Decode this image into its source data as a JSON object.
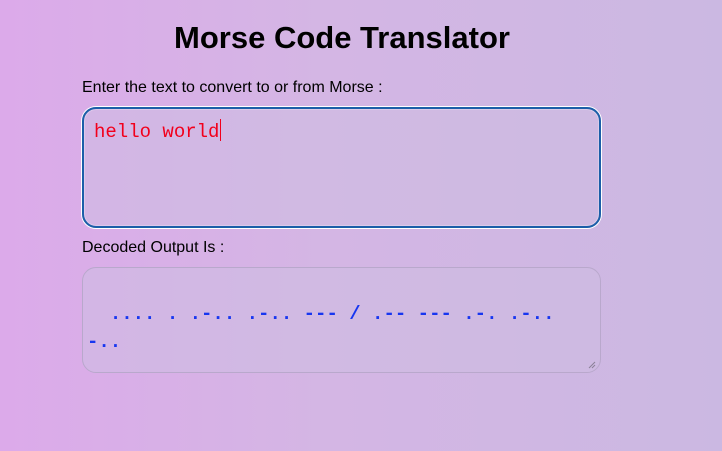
{
  "page": {
    "title": "Morse Code Translator",
    "input_label": "Enter the text to convert to or from Morse :",
    "input_value": "hello world",
    "output_label": "Decoded Output Is :",
    "output_value": ".... . .-.. .-.. --- / .-- --- .-. .-.. -.."
  },
  "colors": {
    "input_text": "#f2001c",
    "output_text": "#1736f0",
    "focus_border": "#1b5fa8"
  },
  "icons": {
    "resize": "resize-grip-icon"
  }
}
